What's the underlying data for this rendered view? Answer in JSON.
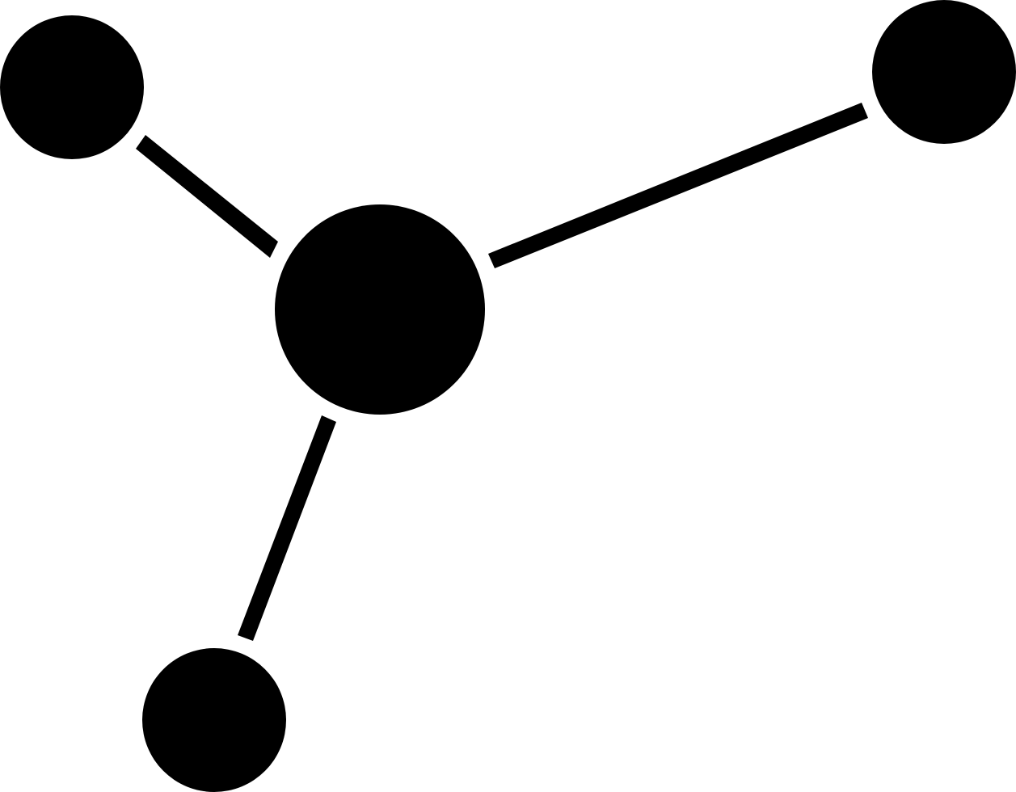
{
  "icon": {
    "name": "molecule-network-icon",
    "fill_color": "#000000",
    "background_color": "#ffffff",
    "nodes": [
      "center-node",
      "top-left-node",
      "top-right-node",
      "bottom-node"
    ],
    "bonds": [
      "bond-top-left",
      "bond-top-right",
      "bond-bottom"
    ]
  }
}
